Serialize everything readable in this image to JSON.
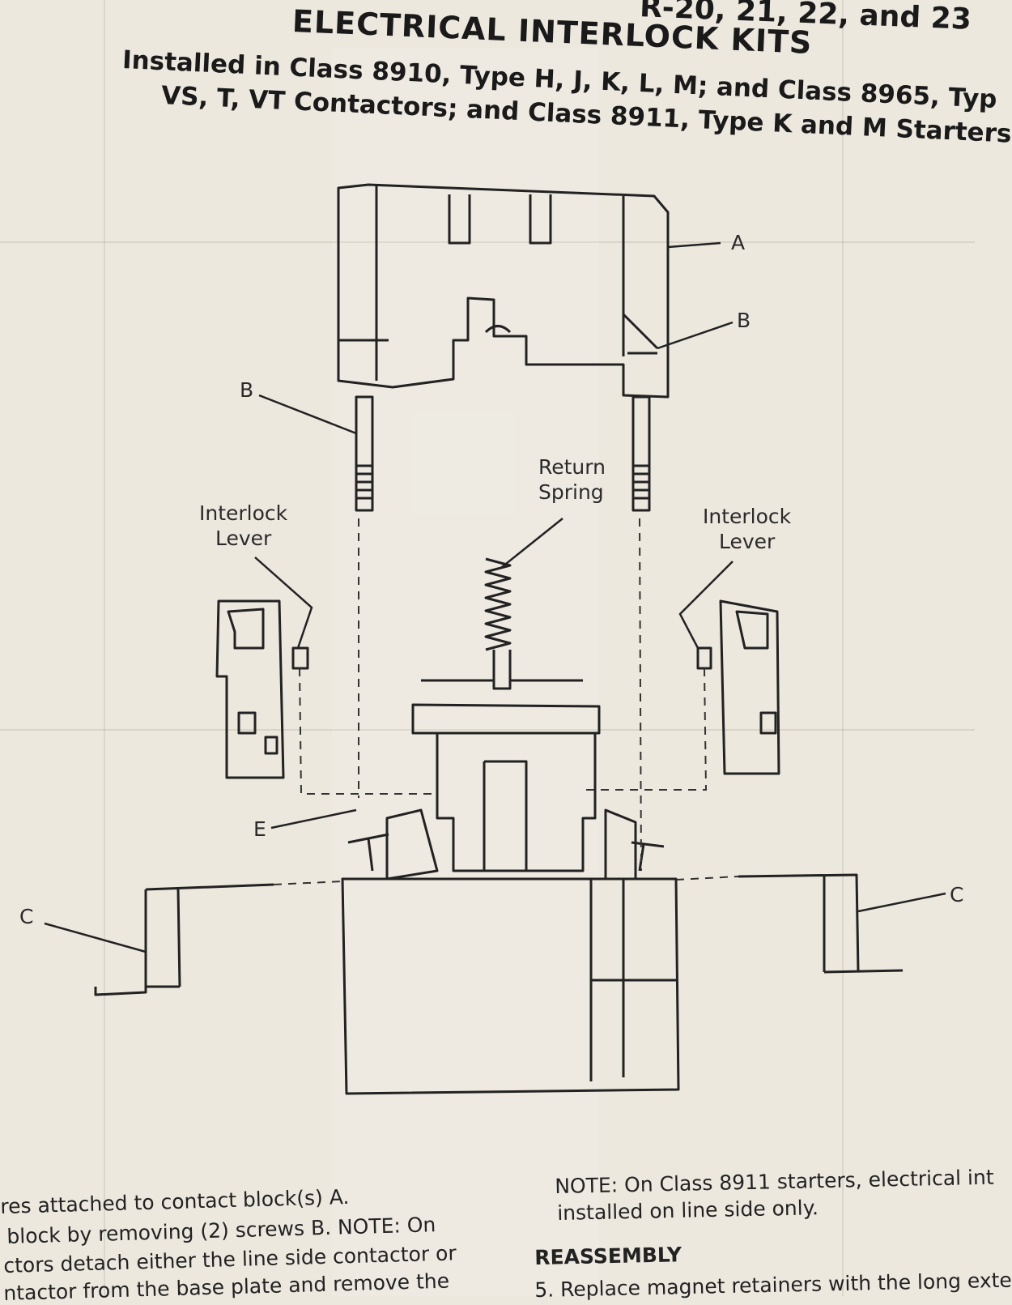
{
  "header": {
    "line0": "R-20, 21, 22, and 23",
    "title": "ELECTRICAL INTERLOCK KITS",
    "subtitle_line1": "Installed in Class 8910, Type H, J, K, L, M; and Class 8965, Typ",
    "subtitle_line2": "VS, T, VT Contactors; and Class 8911, Type K and M Starters"
  },
  "diagram": {
    "label_a": "A",
    "label_b_right": "B",
    "label_b_left": "B",
    "return_spring_1": "Return",
    "return_spring_2": "Spring",
    "interlock_left_1": "Interlock",
    "interlock_left_2": "Lever",
    "interlock_right_1": "Interlock",
    "interlock_right_2": "Lever",
    "label_e": "E",
    "label_c_left": "C",
    "label_c_right": "C"
  },
  "left_text": {
    "line1": "res attached to contact block(s) A.",
    "line2": "block by removing (2) screws B. NOTE: On",
    "line3": "ctors detach either the line side contactor or",
    "line4": "ntactor from the base plate and remove the"
  },
  "right_text": {
    "note_line1": "NOTE: On Class 8911 starters, electrical int",
    "note_line2": "installed on line side only.",
    "heading": "REASSEMBLY",
    "step5": "5. Replace magnet retainers with the long exte"
  }
}
